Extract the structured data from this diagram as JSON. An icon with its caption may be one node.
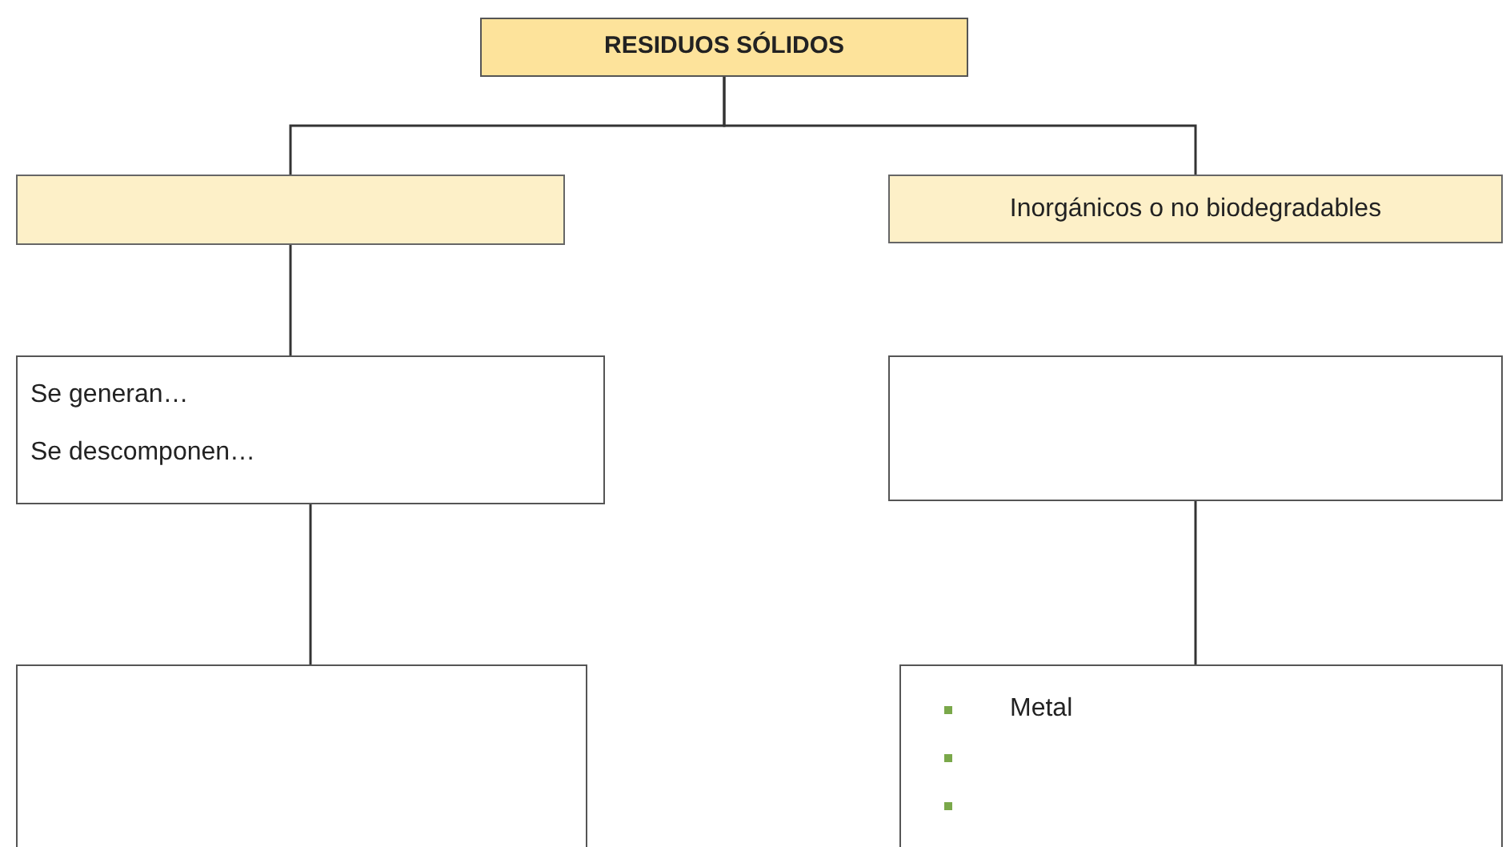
{
  "diagram": {
    "nodes": [
      {
        "text": [
          "RESIDUOS SÓLIDOS"
        ]
      },
      {
        "text": [],
        "shape": "box"
      },
      {
        "text": [
          "Inorgánicos o no biodegradables"
        ]
      },
      {
        "text": [
          "Se generan…",
          "Se descomponen…"
        ]
      },
      {
        "text": [],
        "shape": "box"
      },
      {
        "text": [],
        "shape": "box"
      },
      {
        "text": [
          "Metal"
        ]
      }
    ],
    "edges": [
      {
        "from": 0,
        "to": 1,
        "arrow": "none"
      },
      {
        "from": 0,
        "to": 2,
        "arrow": "none"
      },
      {
        "from": 1,
        "to": 3,
        "arrow": "none"
      },
      {
        "from": 3,
        "to": 5,
        "arrow": "none"
      },
      {
        "from": 4,
        "to": 6,
        "arrow": "none"
      }
    ]
  }
}
